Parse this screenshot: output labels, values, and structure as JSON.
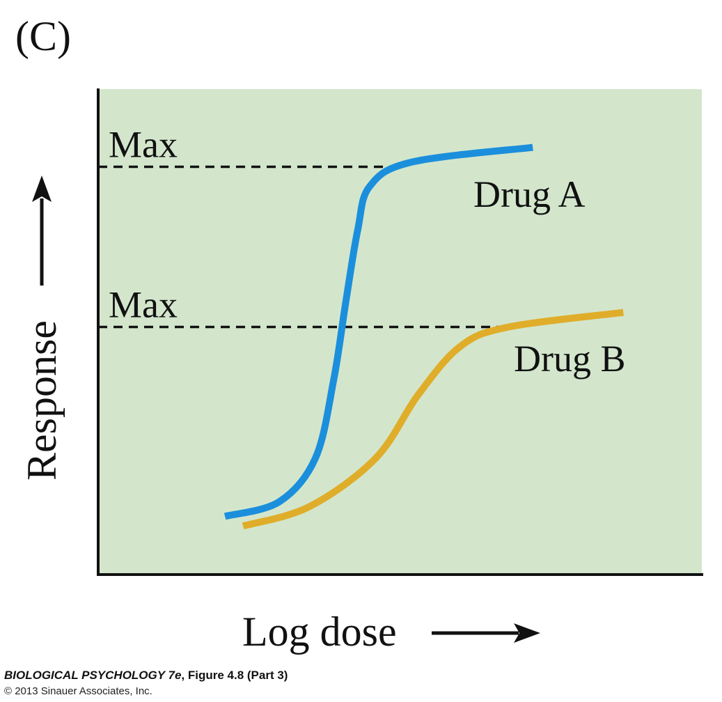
{
  "panel_label": "(C)",
  "caption": {
    "book_title": "BIOLOGICAL PSYCHOLOGY 7e",
    "figure_ref": ", Figure 4.8 (Part 3)"
  },
  "copyright": "© 2013 Sinauer Associates, Inc.",
  "colors": {
    "plot_background": "#d3e6cc",
    "axis": "#111111",
    "drug_a": "#1b8fdc",
    "drug_b": "#e0ad2a",
    "dashed": "#111111"
  },
  "chart_data": {
    "type": "line",
    "xlabel": "Log dose",
    "ylabel": "Response",
    "grid": false,
    "xlim": [
      0,
      100
    ],
    "ylim": [
      0,
      100
    ],
    "reference_lines": [
      {
        "label": "Max",
        "y": 84
      },
      {
        "label": "Max",
        "y": 51
      }
    ],
    "series": [
      {
        "name": "Drug A",
        "color": "#1b8fdc",
        "points": [
          [
            21,
            12
          ],
          [
            30,
            15
          ],
          [
            36,
            24
          ],
          [
            39,
            40
          ],
          [
            41,
            56
          ],
          [
            43,
            71
          ],
          [
            45,
            80
          ],
          [
            52,
            85
          ],
          [
            72,
            88
          ]
        ]
      },
      {
        "name": "Drug B",
        "color": "#e0ad2a",
        "points": [
          [
            24,
            10
          ],
          [
            35,
            14
          ],
          [
            46,
            24
          ],
          [
            53,
            37
          ],
          [
            60,
            47
          ],
          [
            68,
            51
          ],
          [
            87,
            54
          ]
        ]
      }
    ]
  }
}
